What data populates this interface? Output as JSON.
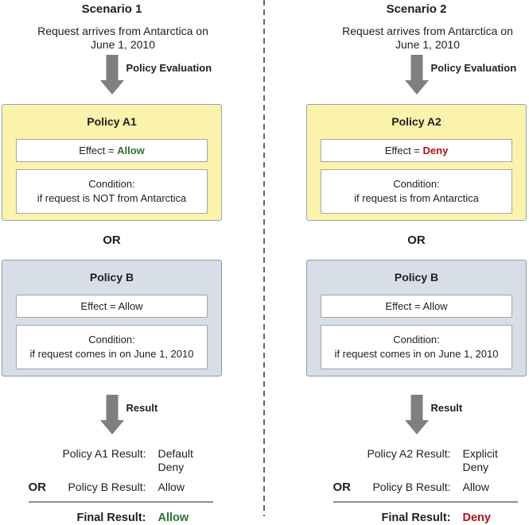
{
  "colors": {
    "policy_a_bg": "#FBF3AC",
    "policy_b_bg": "#D7DEE8",
    "allow_green": "#2E7230",
    "deny_red": "#B1121B",
    "arrow_gray": "#7F7F7F",
    "divider_gray": "#666666"
  },
  "scenarios": [
    {
      "title": "Scenario 1",
      "request": "Request arrives from Antarctica on June 1, 2010",
      "eval_arrow_label": "Policy Evaluation",
      "policy_a": {
        "title": "Policy A1",
        "effect_prefix": "Effect = ",
        "effect_value": "Allow",
        "effect_color": "#2E7230",
        "condition_line1": "Condition:",
        "condition_line2": "if request is NOT from Antarctica"
      },
      "or_label": "OR",
      "policy_b": {
        "title": "Policy B",
        "effect": "Effect = Allow",
        "condition_line1": "Condition:",
        "condition_line2": "if request comes in on June 1, 2010"
      },
      "result_arrow_label": "Result",
      "results": {
        "row1_label": "Policy A1 Result:",
        "row1_value": "Default Deny",
        "row2_or": "OR",
        "row2_label": "Policy B Result:",
        "row2_value": "Allow",
        "final_label": "Final Result:",
        "final_value": "Allow",
        "final_color": "#2E7230"
      }
    },
    {
      "title": "Scenario 2",
      "request": "Request arrives from Antarctica on June 1, 2010",
      "eval_arrow_label": "Policy Evaluation",
      "policy_a": {
        "title": "Policy A2",
        "effect_prefix": "Effect = ",
        "effect_value": "Deny",
        "effect_color": "#B1121B",
        "condition_line1": "Condition:",
        "condition_line2": "if request is from Antarctica"
      },
      "or_label": "OR",
      "policy_b": {
        "title": "Policy B",
        "effect": "Effect = Allow",
        "condition_line1": "Condition:",
        "condition_line2": "if request comes in on June 1, 2010"
      },
      "result_arrow_label": "Result",
      "results": {
        "row1_label": "Policy A2 Result:",
        "row1_value": "Explicit Deny",
        "row2_or": "OR",
        "row2_label": "Policy B Result:",
        "row2_value": "Allow",
        "final_label": "Final Result:",
        "final_value": "Deny",
        "final_color": "#B1121B"
      }
    }
  ]
}
